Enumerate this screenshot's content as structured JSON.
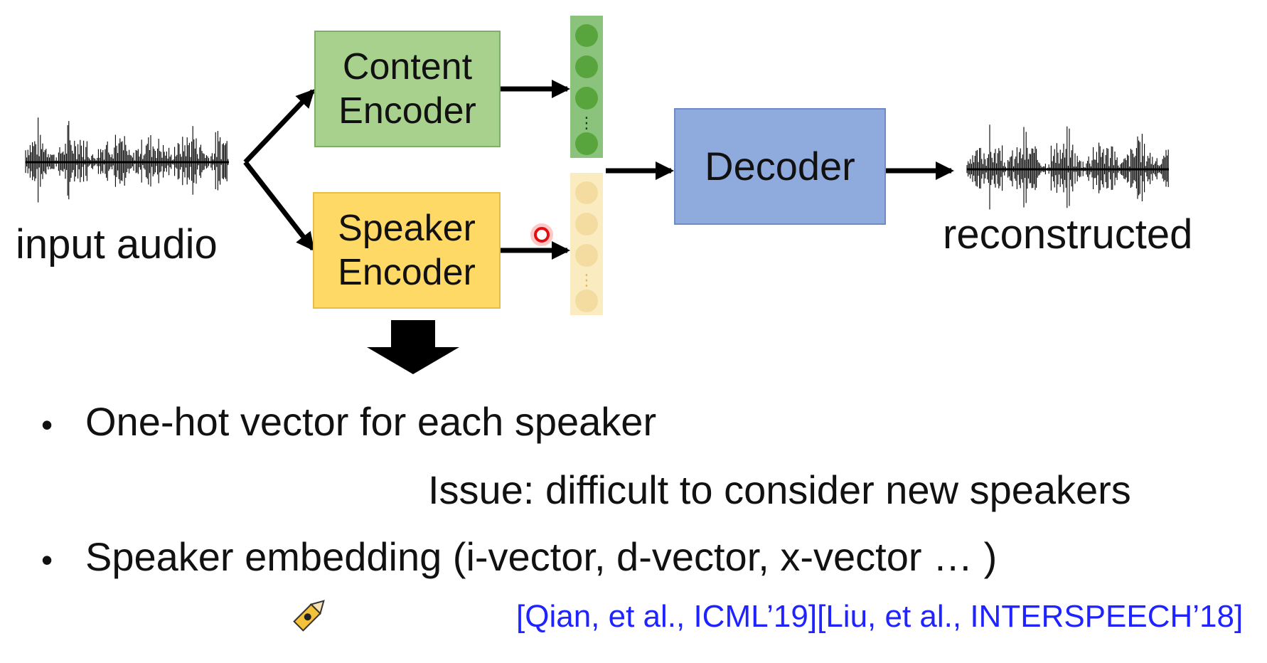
{
  "diagram": {
    "input_label": "input audio",
    "output_label": "reconstructed",
    "content_encoder": [
      "Content",
      "Encoder"
    ],
    "speaker_encoder": [
      "Speaker",
      "Encoder"
    ],
    "decoder": "Decoder",
    "colors": {
      "content_encoder": "#a9d18e",
      "speaker_encoder": "#ffd966",
      "decoder": "#8faadc",
      "content_vector": "#58a53d",
      "speaker_vector": "#f4dca1"
    }
  },
  "bullets": [
    "One-hot vector for each speaker",
    "Speaker embedding (i-vector, d-vector, x-vector … )"
  ],
  "issue": "Issue: difficult to consider new speakers",
  "citation": "[Qian, et al., ICML’19][Liu, et al., INTERSPEECH’18]",
  "icons": [
    "waveform-input-icon",
    "waveform-output-icon",
    "down-arrow-icon",
    "pencil-cursor-icon",
    "laser-pointer-icon"
  ]
}
